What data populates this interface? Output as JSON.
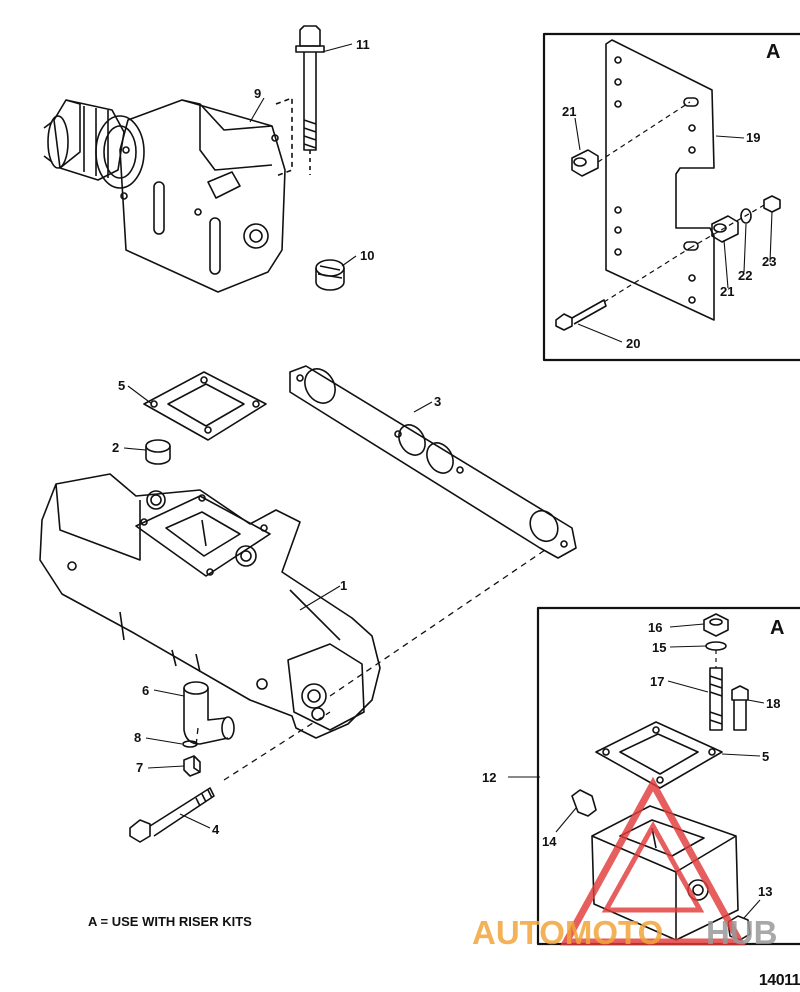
{
  "callouts": {
    "c1": "1",
    "c2": "2",
    "c3": "3",
    "c4": "4",
    "c5": "5",
    "c5b": "5",
    "c6": "6",
    "c7": "7",
    "c8": "8",
    "c9": "9",
    "c10": "10",
    "c11": "11",
    "c12": "12",
    "c13": "13",
    "c14": "14",
    "c15": "15",
    "c16": "16",
    "c17": "17",
    "c18": "18",
    "c19": "19",
    "c20": "20",
    "c21a": "21",
    "c21b": "21",
    "c22": "22",
    "c23": "23"
  },
  "inset_top": {
    "tag": "A"
  },
  "inset_bottom": {
    "tag": "A"
  },
  "footnote": "A = USE WITH RISER KITS",
  "figure_number": "14011",
  "watermark": {
    "part1": "AUTOMOTO",
    "part2": "HUB",
    "color1": "#f2a53a",
    "color2": "#9a9a9a",
    "triangle_color": "#e23b3b"
  }
}
